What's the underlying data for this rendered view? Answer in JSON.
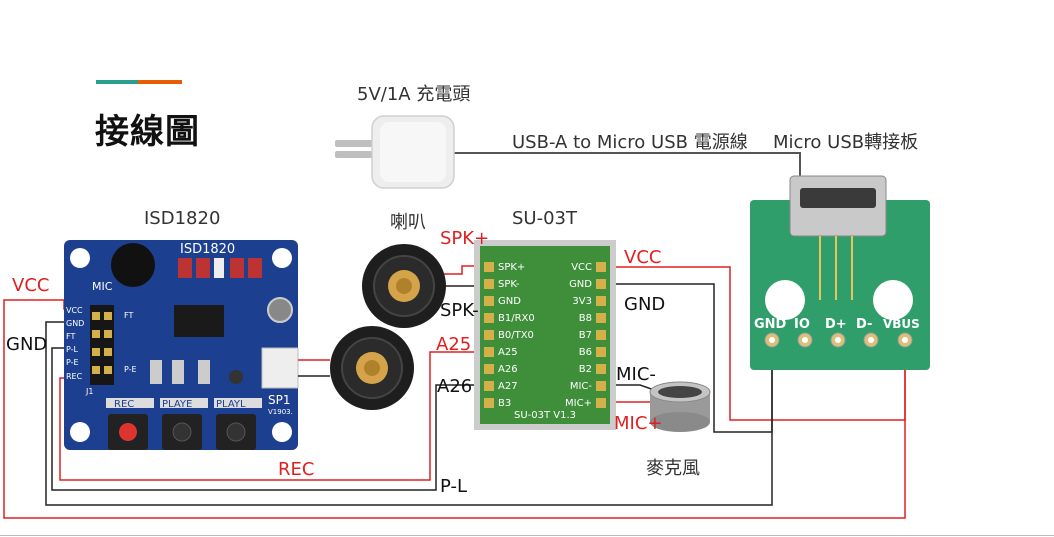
{
  "header": {
    "title": "接線圖"
  },
  "components": {
    "charger": {
      "label": "5V/1A 充電頭"
    },
    "cable": {
      "label": "USB-A to Micro USB 電源線"
    },
    "usb_board": {
      "label": "Micro USB轉接板",
      "pins": [
        "GND",
        "IO",
        "D+",
        "D-",
        "VBUS"
      ]
    },
    "isd1820": {
      "label": "ISD1820",
      "board_text": "ISD1820",
      "mic_text": "MIC",
      "pins": [
        "VCC",
        "GND",
        "FT",
        "P-L",
        "P-E",
        "REC"
      ],
      "buttons": [
        "REC",
        "PLAYE",
        "PLAYL"
      ],
      "spk_text": "SP1",
      "version": "V1903.",
      "j_text": "J1",
      "ft_text": "FT",
      "pe_text": "P-E"
    },
    "speaker": {
      "label": "喇叭"
    },
    "su03t": {
      "label": "SU-03T",
      "left_pins": [
        "SPK+",
        "SPK-",
        "GND",
        "B1/RX0",
        "B0/TX0",
        "A25",
        "A26",
        "A27",
        "B3"
      ],
      "right_pins": [
        "VCC",
        "GND",
        "3V3",
        "B8",
        "B7",
        "B6",
        "B2",
        "MIC-",
        "MIC+"
      ],
      "model_text": "SU-03T V1.3"
    },
    "microphone": {
      "label": "麥克風"
    }
  },
  "wire_labels": {
    "spk_plus": "SPK+",
    "spk_minus": "SPK-",
    "a25": "A25",
    "a26": "A26",
    "vcc_su": "VCC",
    "gnd_su": "GND",
    "mic_minus": "MIC-",
    "mic_plus": "MIC+",
    "vcc_isd": "VCC",
    "gnd_isd": "GND",
    "rec": "REC",
    "pl": "P-L"
  },
  "colors": {
    "accent_teal": "#2a9d8f",
    "accent_orange": "#e85d04",
    "wire_red": "#e02020",
    "wire_black": "#222222",
    "isd_board": "#1c3f8f",
    "su_board": "#3f8f3a",
    "usb_board": "#2f9e6a"
  }
}
